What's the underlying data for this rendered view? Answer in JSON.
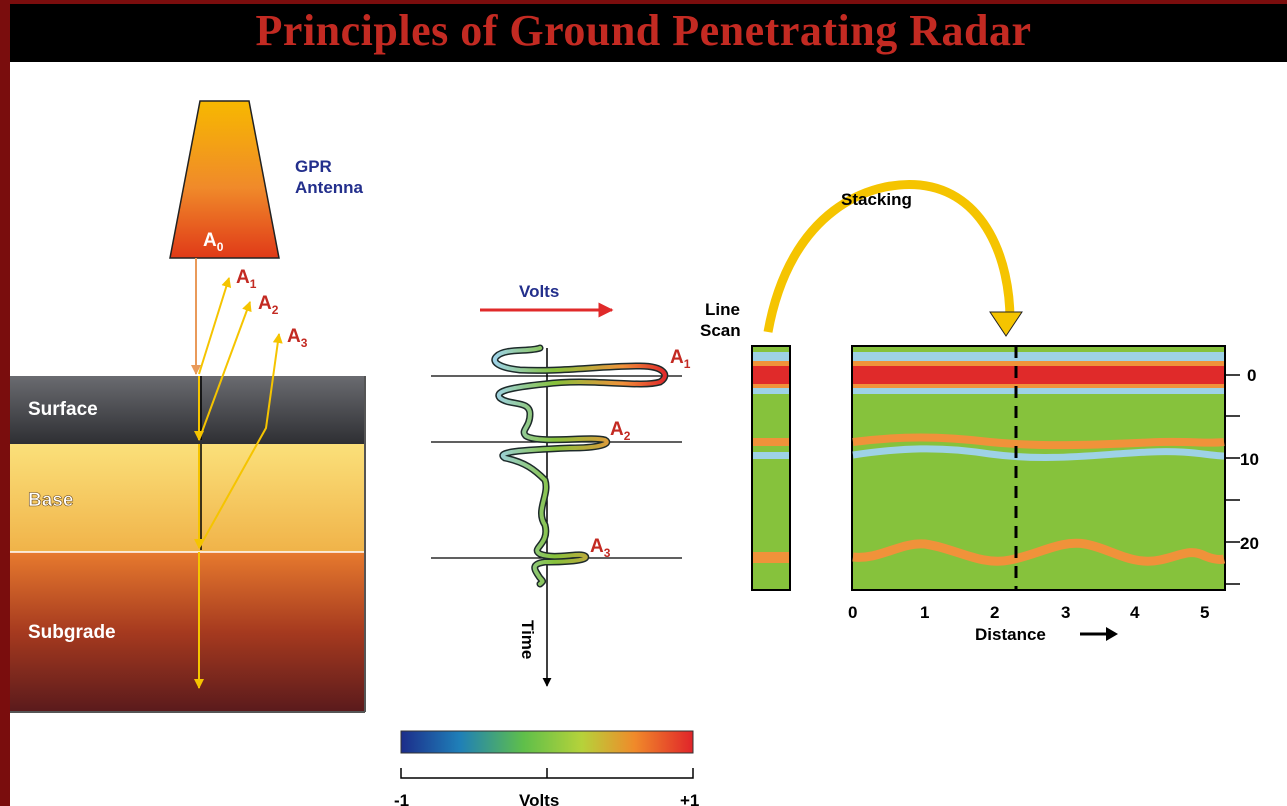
{
  "title": "Principles of Ground Penetrating Radar",
  "antenna": {
    "label_line1": "GPR",
    "label_line2": "Antenna",
    "source_amp": "A",
    "source_sub": "0"
  },
  "rays": [
    {
      "amp": "A",
      "sub": "1"
    },
    {
      "amp": "A",
      "sub": "2"
    },
    {
      "amp": "A",
      "sub": "3"
    }
  ],
  "layers": [
    {
      "name": "Surface",
      "color": "#3f4044"
    },
    {
      "name": "Base",
      "color": "#f2c85a"
    },
    {
      "name": "Subgrade",
      "color": "#b7421e"
    }
  ],
  "trace": {
    "volts_label": "Volts",
    "time_label": "Time",
    "peaks": [
      {
        "amp": "A",
        "sub": "1"
      },
      {
        "amp": "A",
        "sub": "2"
      },
      {
        "amp": "A",
        "sub": "3"
      }
    ]
  },
  "line_scan": {
    "line1": "Line",
    "line2": "Scan"
  },
  "stacking_label": "Stacking",
  "colorbar": {
    "min_label": "-1",
    "max_label": "+1",
    "axis_label": "Volts"
  },
  "radargram": {
    "xlabel": "Distance",
    "x_ticks": [
      "0",
      "1",
      "2",
      "3",
      "4",
      "5"
    ],
    "y_ticks": [
      "0",
      "10",
      "20"
    ]
  },
  "colors": {
    "accent_red": "#c32a22",
    "arrow_yellow": "#f5c400",
    "band_green": "#86c23c",
    "band_red": "#e02a2a",
    "band_orange": "#f0923a",
    "band_blue": "#9ed2e6"
  }
}
